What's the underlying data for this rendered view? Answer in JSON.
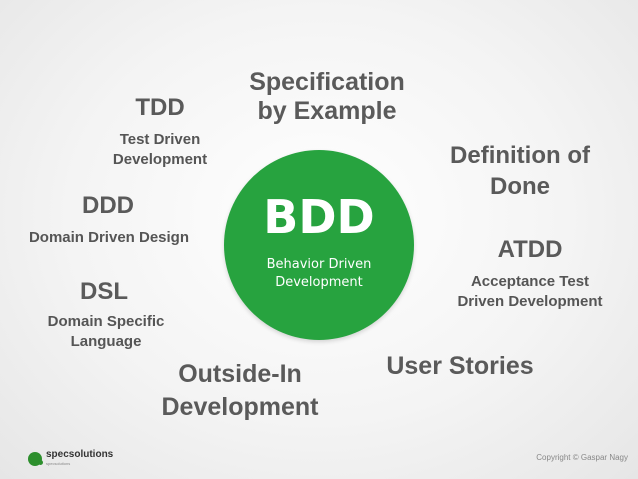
{
  "center": {
    "title": "BDD",
    "subtitle_line1": "Behavior Driven",
    "subtitle_line2": "Development",
    "color": "#27a33f"
  },
  "terms": {
    "spec_by_example": {
      "line1": "Specification",
      "line2": "by Example"
    },
    "tdd": {
      "title": "TDD",
      "desc_line1": "Test Driven",
      "desc_line2": "Development"
    },
    "ddd": {
      "title": "DDD",
      "desc": "Domain Driven Design"
    },
    "dsl": {
      "title": "DSL",
      "desc_line1": "Domain Specific",
      "desc_line2": "Language"
    },
    "outside_in": {
      "line1": "Outside-In",
      "line2": "Development"
    },
    "user_stories": {
      "label": "User Stories"
    },
    "definition_of_done": {
      "line1": "Definition of",
      "line2": "Done"
    },
    "atdd": {
      "title": "ATDD",
      "desc_line1": "Acceptance Test",
      "desc_line2": "Driven Development"
    }
  },
  "footer": {
    "logo_name": "specsolutions",
    "logo_tagline": "specsolutions",
    "copyright": "Copyright © Gaspar Nagy"
  }
}
